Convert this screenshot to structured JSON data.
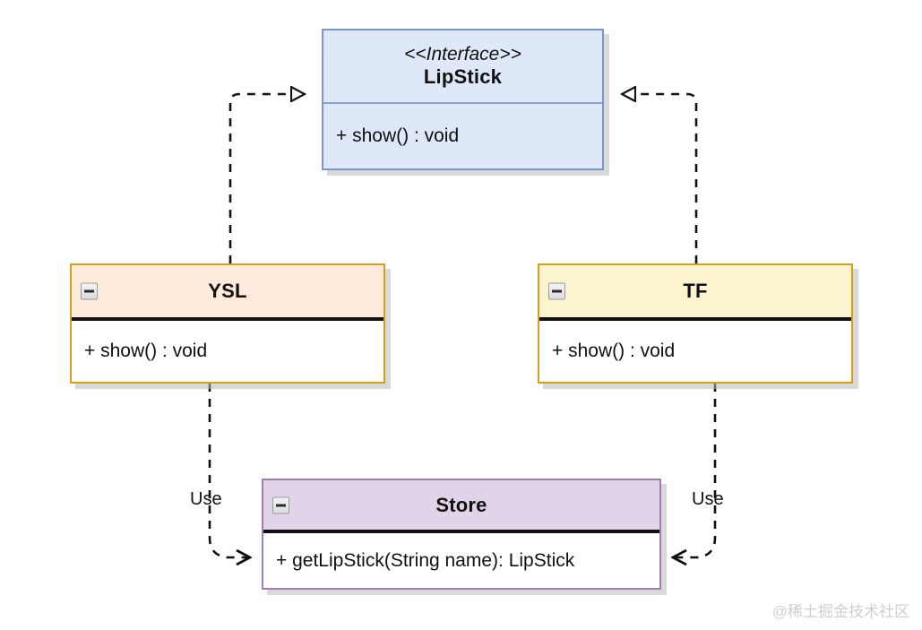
{
  "diagram": {
    "type": "uml-class-diagram",
    "title": "LipStick interface realization and Store dependency",
    "classes": [
      {
        "id": "interface",
        "name": "LipStick",
        "stereotype": "<<Interface>>",
        "kind": "interface",
        "collapsible": false,
        "header_color": "#dfe8f8",
        "border_color": "#7a96c8",
        "members": [
          "+ show() : void"
        ]
      },
      {
        "id": "ysl",
        "name": "YSL",
        "stereotype": "",
        "kind": "class",
        "collapsible": true,
        "collapse_icon": "minus-icon",
        "header_color": "#fdeada",
        "border_color": "#d4a017",
        "members": [
          "+ show() : void"
        ]
      },
      {
        "id": "tf",
        "name": "TF",
        "stereotype": "",
        "kind": "class",
        "collapsible": true,
        "collapse_icon": "minus-icon",
        "header_color": "#fcf3cf",
        "border_color": "#d4a017",
        "members": [
          "+ show() : void"
        ]
      },
      {
        "id": "store",
        "name": "Store",
        "stereotype": "",
        "kind": "class",
        "collapsible": true,
        "collapse_icon": "minus-icon",
        "header_color": "#e2d4e8",
        "border_color": "#9c7fae",
        "members": [
          "+ getLipStick(String name): LipStick"
        ]
      }
    ],
    "relations": [
      {
        "id": "ysl-implements-lipstick",
        "from": "YSL",
        "to": "LipStick",
        "kind": "realization",
        "style": "dashed",
        "arrowhead": "hollow-triangle",
        "label": ""
      },
      {
        "id": "tf-implements-lipstick",
        "from": "TF",
        "to": "LipStick",
        "kind": "realization",
        "style": "dashed",
        "arrowhead": "hollow-triangle",
        "label": ""
      },
      {
        "id": "ysl-uses-store",
        "from": "YSL",
        "to": "Store",
        "kind": "dependency",
        "style": "dashed",
        "arrowhead": "open-arrow",
        "label": "Use"
      },
      {
        "id": "tf-uses-store",
        "from": "TF",
        "to": "Store",
        "kind": "dependency",
        "style": "dashed",
        "arrowhead": "open-arrow",
        "label": "Use"
      }
    ],
    "edge_labels": {
      "use_left": "Use",
      "use_right": "Use"
    }
  },
  "watermark": {
    "corner": "@稀土掘金技术社区"
  }
}
